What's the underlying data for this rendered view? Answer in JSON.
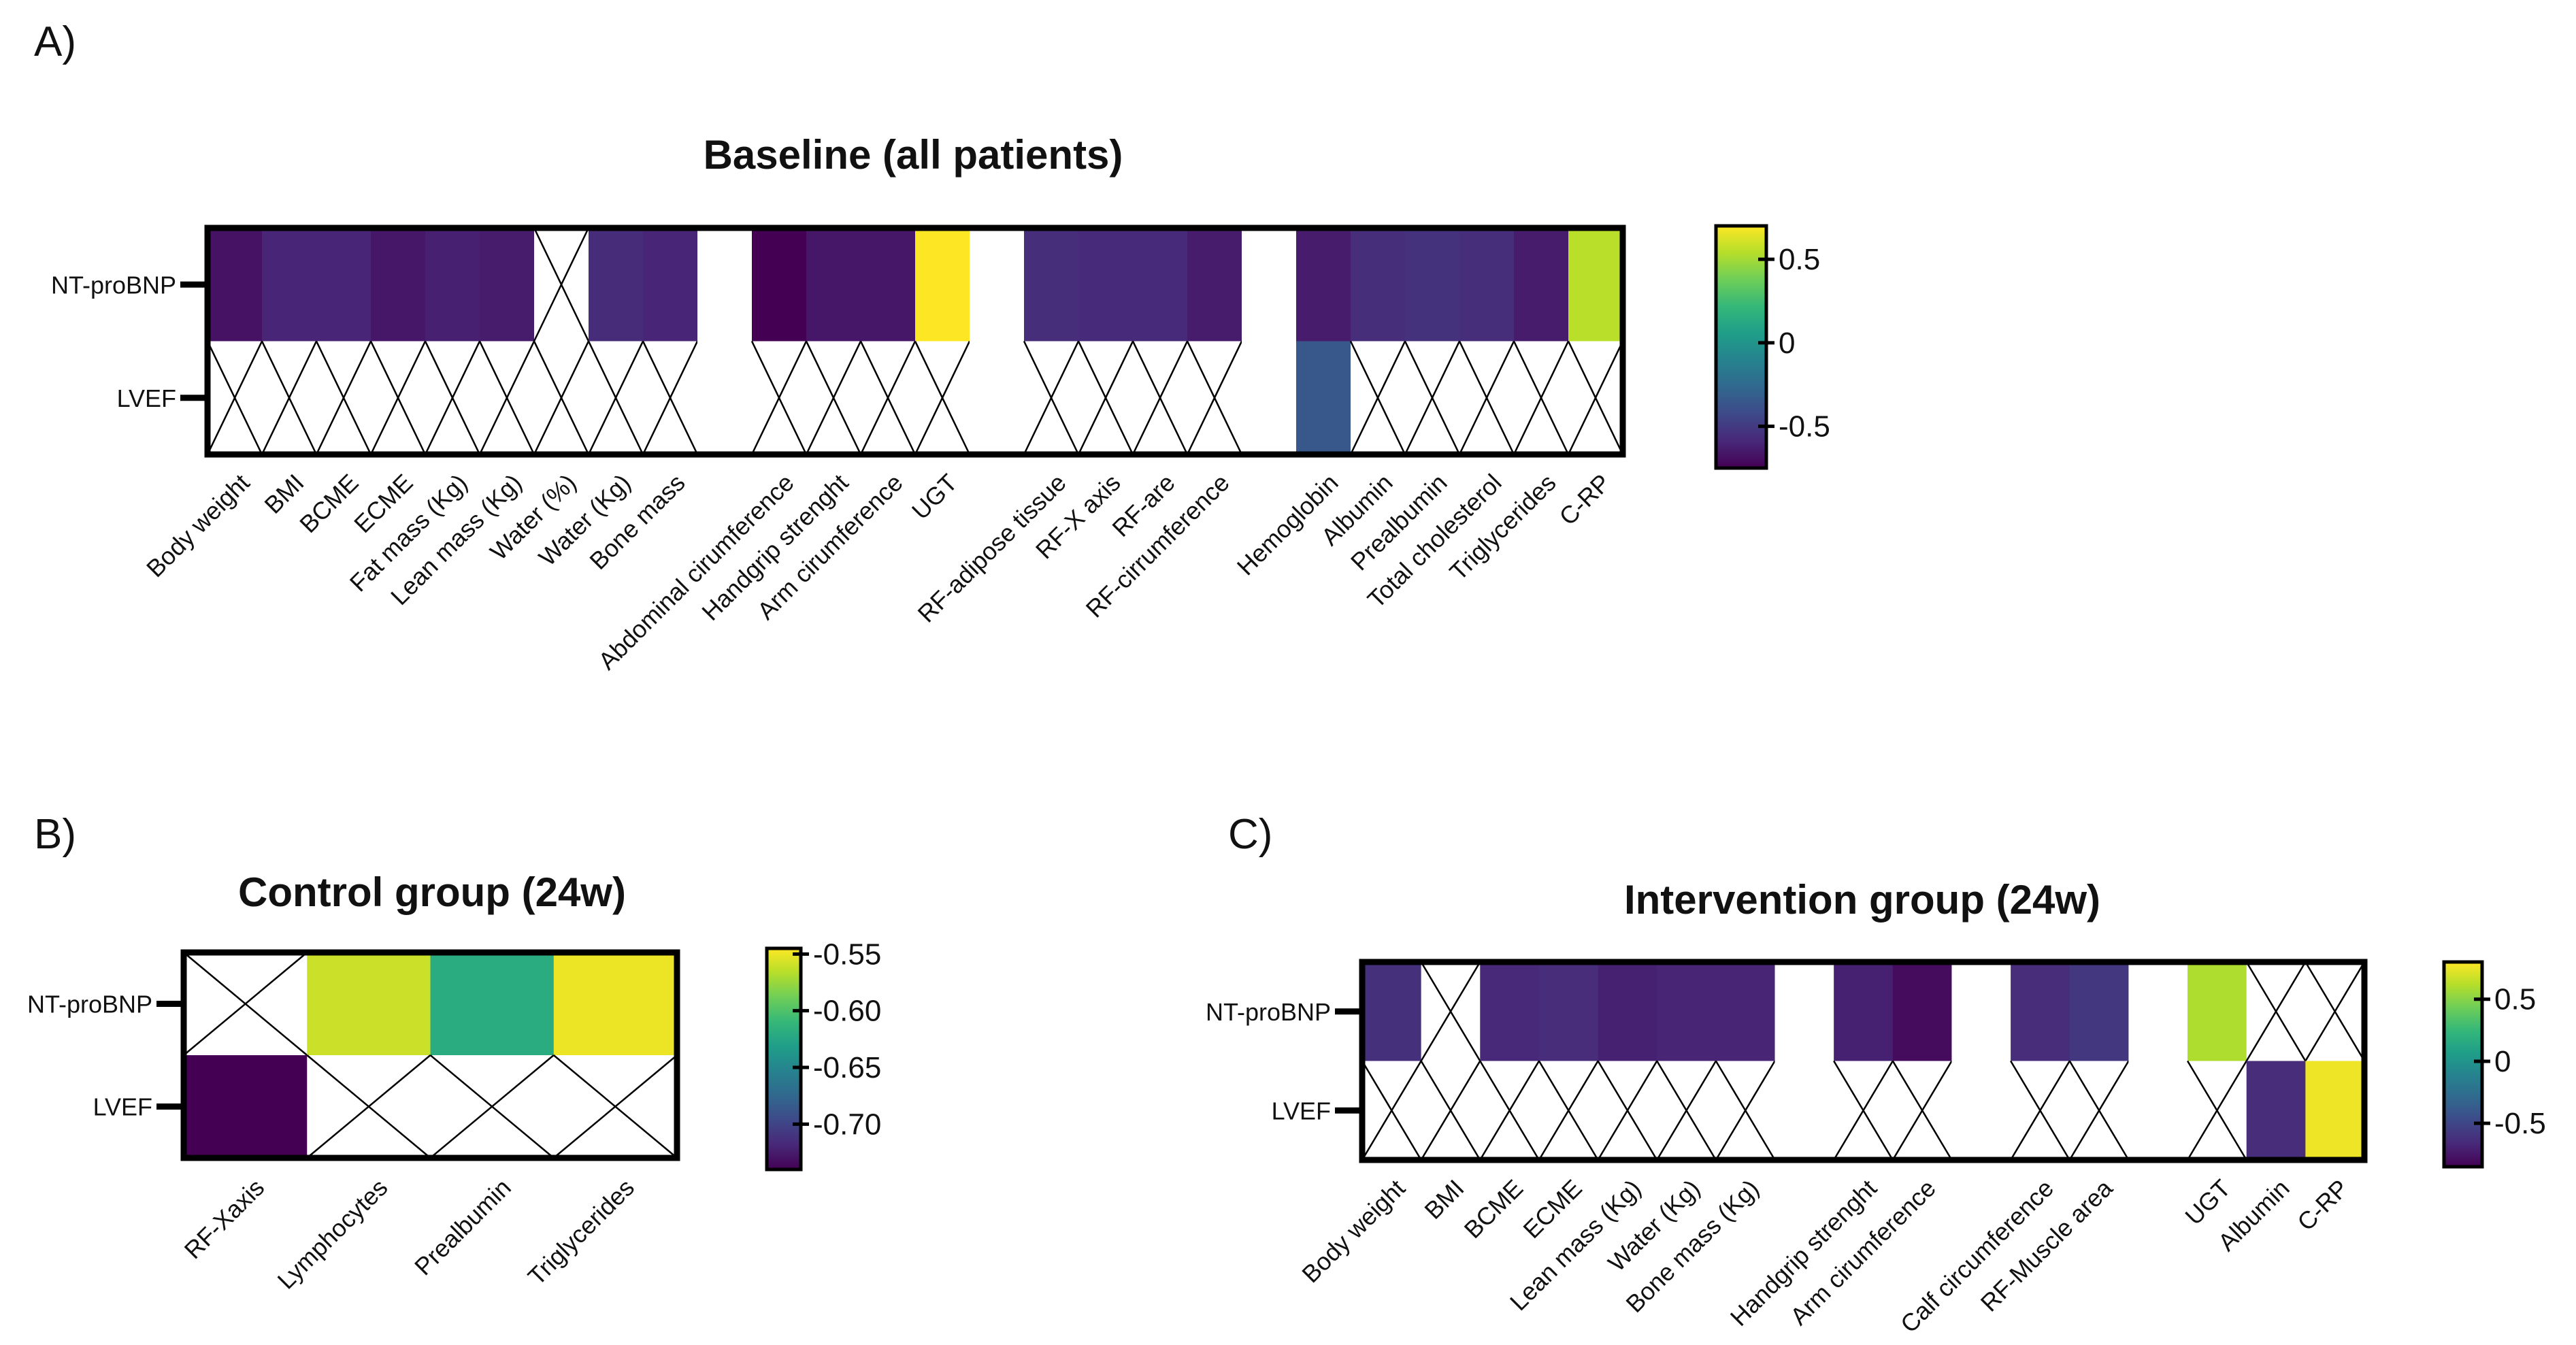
{
  "colors": {
    "viridis": [
      "#440154",
      "#482878",
      "#3e4989",
      "#31688e",
      "#26828e",
      "#1f9e89",
      "#35b779",
      "#6ece58",
      "#b5de2b",
      "#fde725"
    ]
  },
  "chart_data": [
    {
      "type": "heatmap",
      "panel_label": "A)",
      "title": "Baseline (all patients)",
      "rows": [
        "NT-proBNP",
        "LVEF"
      ],
      "columns": [
        "Body weight",
        "BMI",
        "BCME",
        "ECME",
        "Fat mass (Kg)",
        "Lean mass (Kg)",
        "Water (%)",
        "Water (Kg)",
        "Bone mass",
        "",
        "Abdominal cirumference",
        "Handgrip strenght",
        "Arm cirumference",
        "UGT",
        "",
        "RF-adipose tissue",
        "RF-X axis",
        "RF-are",
        "RF-cirrumference",
        "",
        "Hemoglobin",
        "Albumin",
        "Prealbumin",
        "Total cholesterol",
        "Triglycerides",
        "C-RP"
      ],
      "gap_columns": [
        9,
        14,
        19
      ],
      "values": [
        [
          -0.68,
          -0.6,
          -0.6,
          -0.66,
          -0.62,
          -0.64,
          null,
          -0.57,
          -0.6,
          null,
          -0.78,
          -0.66,
          -0.66,
          0.7,
          null,
          -0.56,
          -0.58,
          -0.58,
          -0.64,
          null,
          -0.64,
          -0.56,
          -0.54,
          -0.56,
          -0.64,
          0.55
        ],
        [
          null,
          null,
          null,
          null,
          null,
          null,
          null,
          null,
          null,
          null,
          null,
          null,
          null,
          null,
          null,
          null,
          null,
          null,
          null,
          null,
          -0.35,
          null,
          null,
          null,
          null,
          null
        ]
      ],
      "colorbar": {
        "min": -0.75,
        "max": 0.7,
        "ticks": [
          0.5,
          0,
          -0.5
        ],
        "tick_labels": [
          "0.5",
          "0",
          "-0.5"
        ]
      }
    },
    {
      "type": "heatmap",
      "panel_label": "B)",
      "title": "Control group (24w)",
      "rows": [
        "NT-proBNP",
        "LVEF"
      ],
      "columns": [
        "RF-Xaxis",
        "Lymphocytes",
        "Prealbumin",
        "Triglycerides"
      ],
      "gap_columns": [],
      "values": [
        [
          null,
          -0.56,
          -0.62,
          -0.55
        ],
        [
          -0.74,
          null,
          null,
          null
        ]
      ],
      "colorbar": {
        "min": -0.74,
        "max": -0.545,
        "ticks": [
          -0.55,
          -0.6,
          -0.65,
          -0.7
        ],
        "tick_labels": [
          "-0.55",
          "-0.60",
          "-0.65",
          "-0.70"
        ]
      }
    },
    {
      "type": "heatmap",
      "panel_label": "C)",
      "title": "Intervention group (24w)",
      "rows": [
        "NT-proBNP",
        "LVEF"
      ],
      "columns": [
        "Body weight",
        "BMI",
        "BCME",
        "ECME",
        "Lean mass (Kg)",
        "Water (Kg)",
        "Bone mass (Kg)",
        "",
        "Handgrip strenght",
        "Arm cirumference",
        "",
        "Calf circumference",
        "RF-Muscle area",
        "",
        "UGT",
        "Albumin",
        "C-RP"
      ],
      "gap_columns": [
        7,
        10,
        13
      ],
      "values": [
        [
          -0.62,
          null,
          -0.66,
          -0.64,
          -0.7,
          -0.68,
          -0.68,
          null,
          -0.7,
          -0.8,
          null,
          -0.64,
          -0.58,
          null,
          0.6,
          null,
          null
        ],
        [
          null,
          null,
          null,
          null,
          null,
          null,
          null,
          null,
          null,
          null,
          null,
          null,
          null,
          null,
          null,
          -0.64,
          0.76
        ]
      ],
      "colorbar": {
        "min": -0.85,
        "max": 0.8,
        "ticks": [
          0.5,
          0,
          -0.5
        ],
        "tick_labels": [
          "0.5",
          "0",
          "-0.5"
        ]
      }
    }
  ]
}
